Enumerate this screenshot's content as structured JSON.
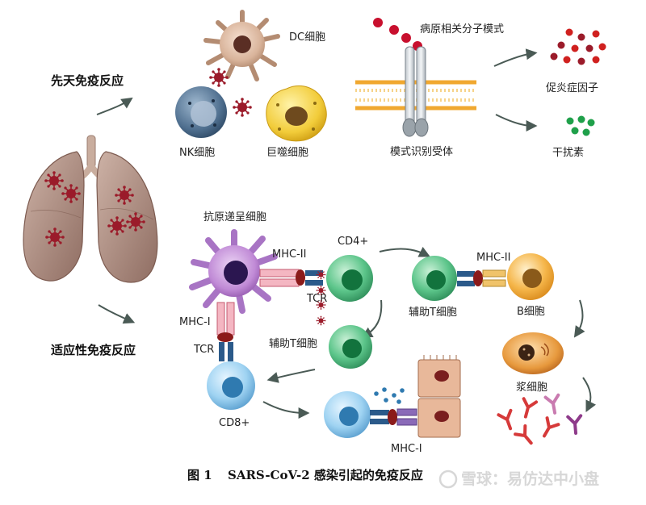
{
  "labels": {
    "innate": "先天免疫反应",
    "adaptive": "适应性免疫反应",
    "dc_cell": "DC细胞",
    "nk_cell": "NK细胞",
    "macrophage": "巨噬细胞",
    "pamp": "病原相关分子模式",
    "prr": "模式识别受体",
    "cytokines": "促炎症因子",
    "interferon": "干扰素",
    "apc": "抗原递呈细胞",
    "mhc_ii_1": "MHC-II",
    "mhc_ii_2": "MHC-II",
    "mhc_i_1": "MHC-I",
    "mhc_i_2": "MHC-I",
    "tcr_1": "TCR",
    "tcr_2": "TCR",
    "cd4": "CD4+",
    "cd8": "CD8+",
    "helper_t_1": "辅助T细胞",
    "helper_t_2": "辅助T细胞",
    "b_cell": "B细胞",
    "plasma_cell": "浆细胞"
  },
  "caption": {
    "prefix": "图 1",
    "text": "SARS-CoV-2 感染引起的免疫反应"
  },
  "watermark": {
    "text": "雪球：易仿达中小盘"
  },
  "colors": {
    "virus": "#9b1b2a",
    "lung": "#b89a90",
    "green_cell": "#3cb371",
    "blue_cell": "#8ec7ea",
    "apc": "#b37cc8",
    "b_cell": "#f0a63a",
    "arrow": "#4a5a55"
  }
}
